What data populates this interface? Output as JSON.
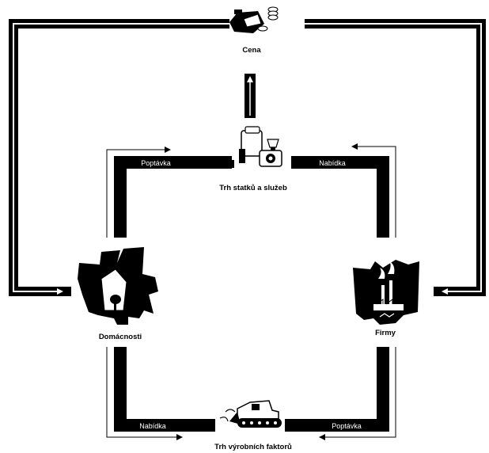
{
  "nodes": {
    "price": {
      "label": "Cena",
      "icon": "coins-banknotes-icon"
    },
    "goods_market": {
      "label": "Trh statků a služeb",
      "icon": "appliances-camera-icon"
    },
    "households": {
      "label": "Domácnosti",
      "icon": "house-tree-icon"
    },
    "firms": {
      "label": "Firmy",
      "icon": "factory-icon"
    },
    "factor_market": {
      "label": "Trh výrobních faktorů",
      "icon": "bulldozer-icon"
    }
  },
  "arms": {
    "goods_demand": "Poptávka",
    "goods_supply": "Nabídka",
    "factor_supply": "Nabídka",
    "factor_demand": "Poptávka"
  },
  "colors": {
    "stroke": "#000000",
    "background": "#ffffff"
  }
}
